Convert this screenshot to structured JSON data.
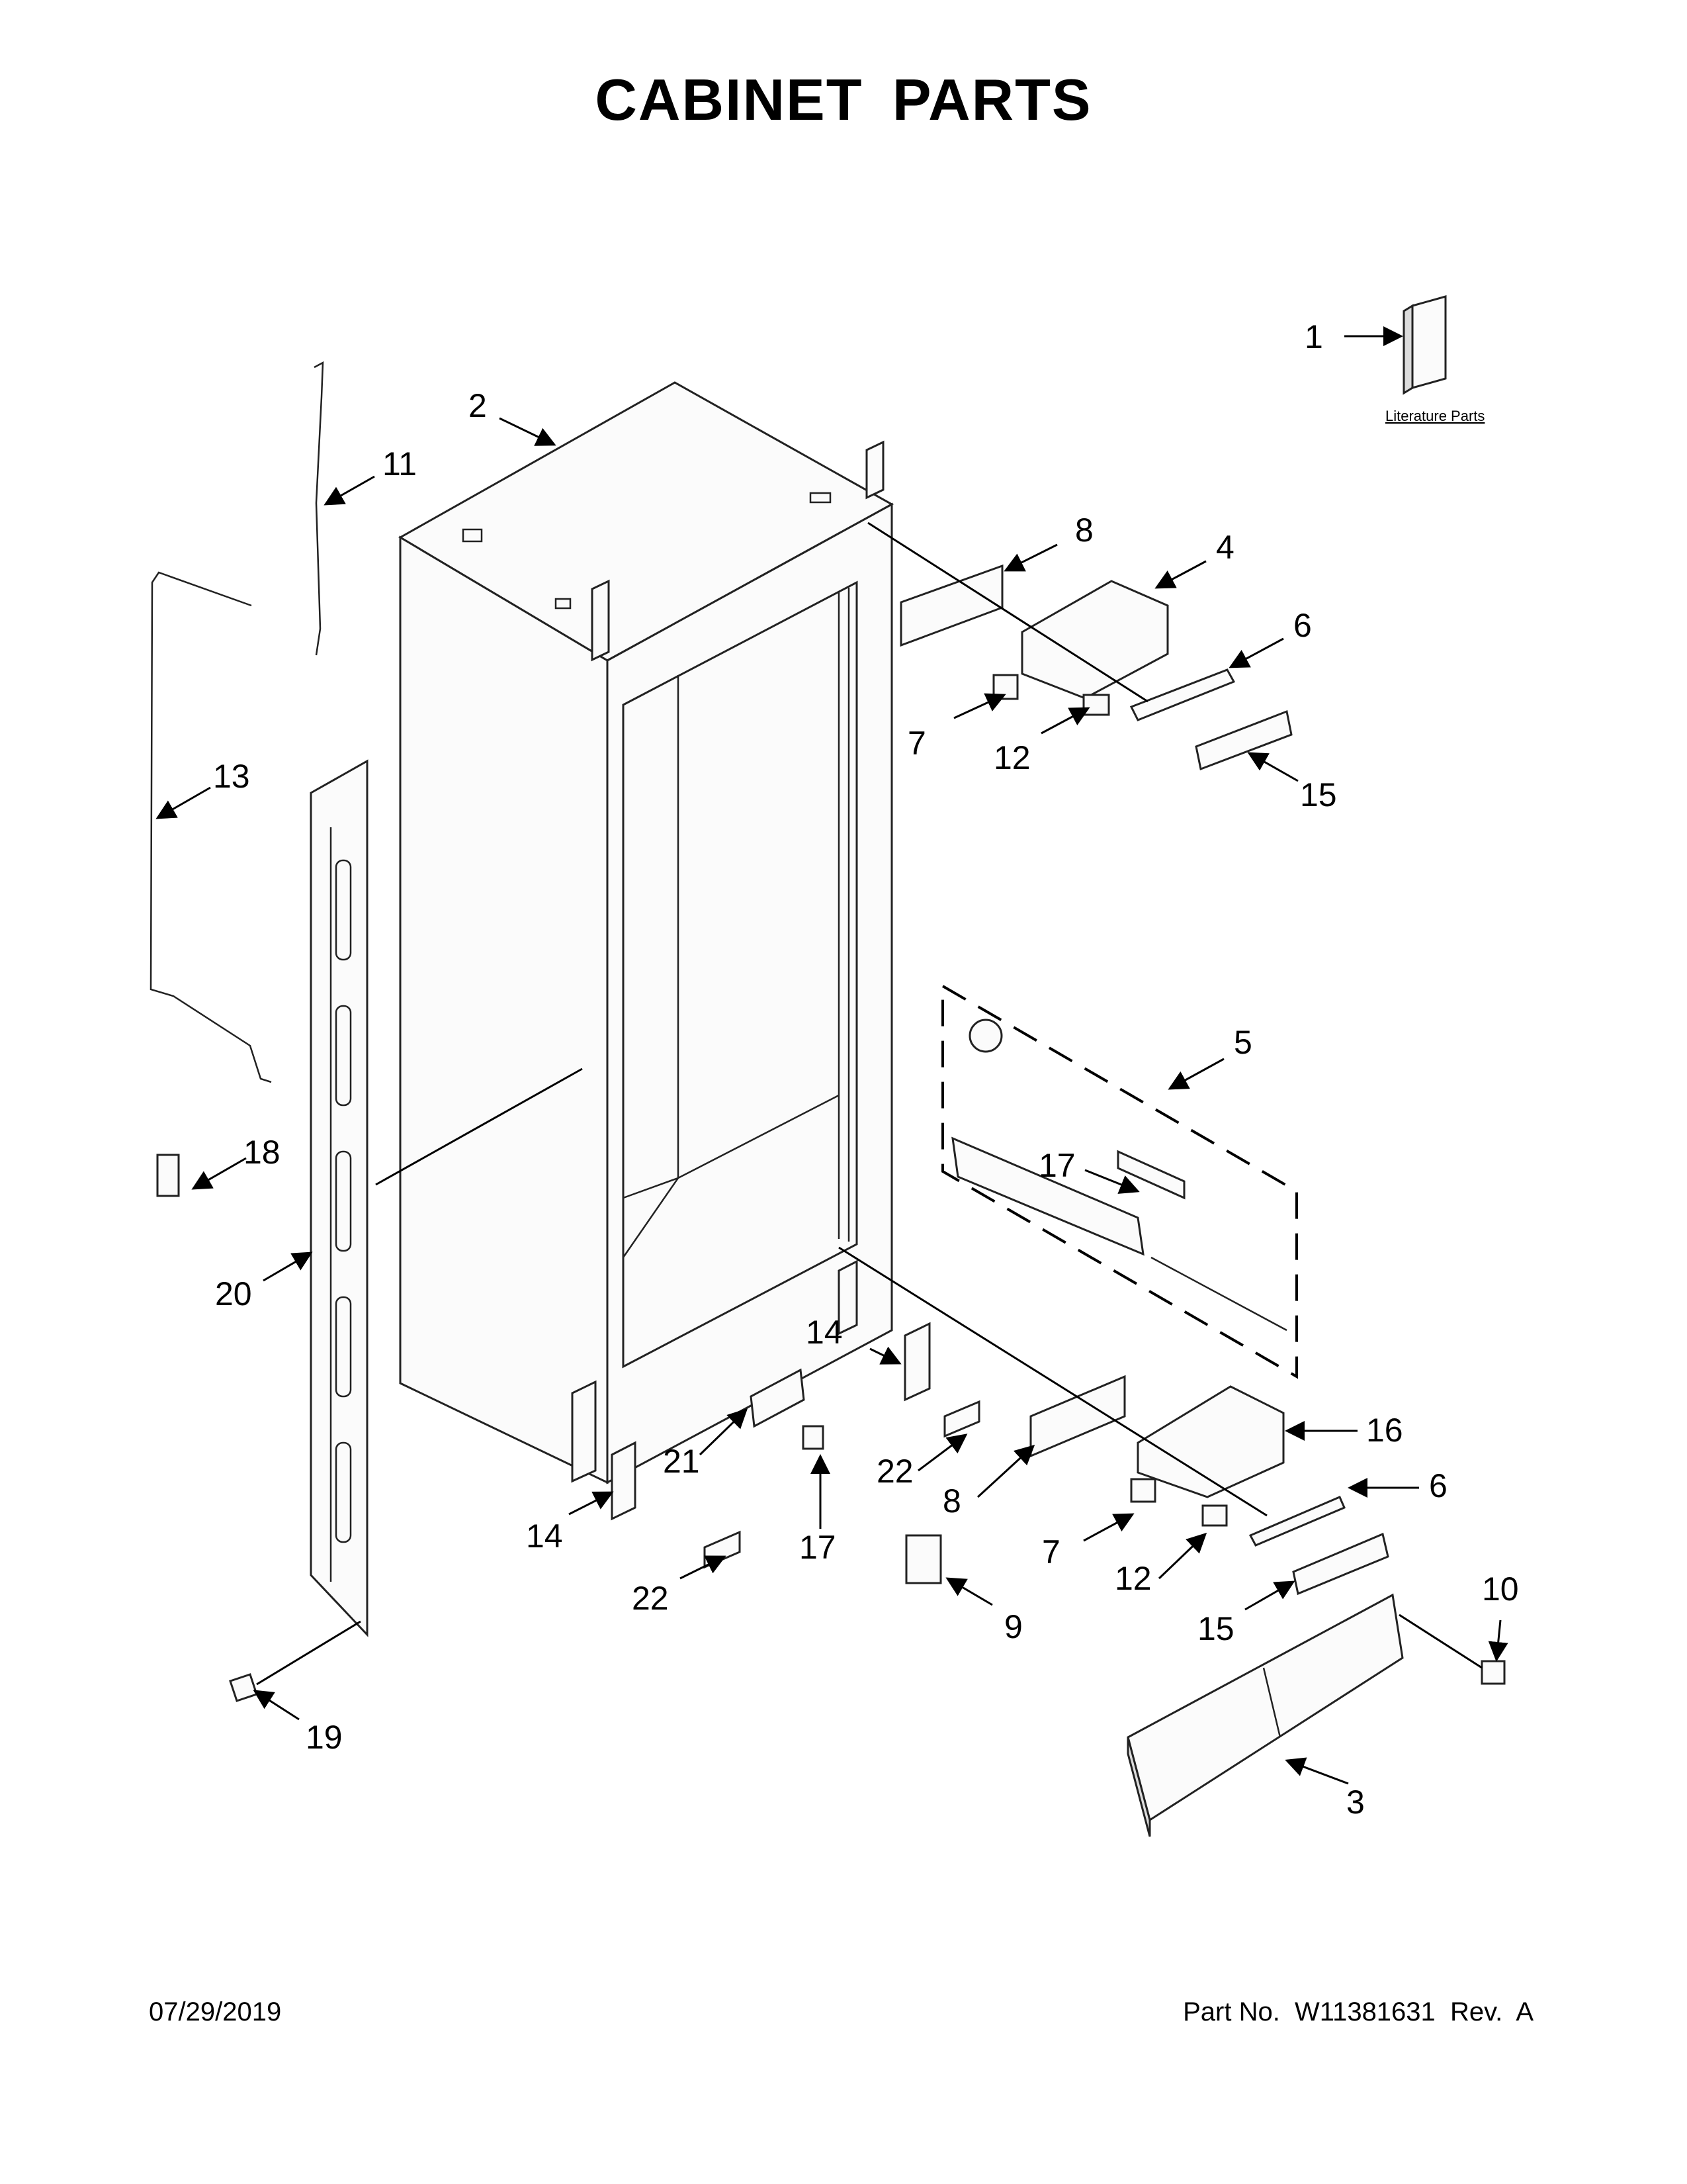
{
  "title": "CABINET PARTS",
  "footer": {
    "date": "07/29/2019",
    "part_number": "Part No.  W11381631  Rev.  A"
  },
  "literature_label": "Literature Parts",
  "callouts": [
    {
      "id": "c1",
      "label": "1"
    },
    {
      "id": "c2",
      "label": "2"
    },
    {
      "id": "c3",
      "label": "3"
    },
    {
      "id": "c4",
      "label": "4"
    },
    {
      "id": "c5",
      "label": "5"
    },
    {
      "id": "c6a",
      "label": "6"
    },
    {
      "id": "c6b",
      "label": "6"
    },
    {
      "id": "c7a",
      "label": "7"
    },
    {
      "id": "c7b",
      "label": "7"
    },
    {
      "id": "c8a",
      "label": "8"
    },
    {
      "id": "c8b",
      "label": "8"
    },
    {
      "id": "c9",
      "label": "9"
    },
    {
      "id": "c10",
      "label": "10"
    },
    {
      "id": "c11",
      "label": "11"
    },
    {
      "id": "c12a",
      "label": "12"
    },
    {
      "id": "c12b",
      "label": "12"
    },
    {
      "id": "c13",
      "label": "13"
    },
    {
      "id": "c14a",
      "label": "14"
    },
    {
      "id": "c14b",
      "label": "14"
    },
    {
      "id": "c15a",
      "label": "15"
    },
    {
      "id": "c15b",
      "label": "15"
    },
    {
      "id": "c16",
      "label": "16"
    },
    {
      "id": "c17a",
      "label": "17"
    },
    {
      "id": "c17b",
      "label": "17"
    },
    {
      "id": "c18",
      "label": "18"
    },
    {
      "id": "c19",
      "label": "19"
    },
    {
      "id": "c20",
      "label": "20"
    },
    {
      "id": "c21",
      "label": "21"
    },
    {
      "id": "c22a",
      "label": "22"
    },
    {
      "id": "c22b",
      "label": "22"
    }
  ]
}
